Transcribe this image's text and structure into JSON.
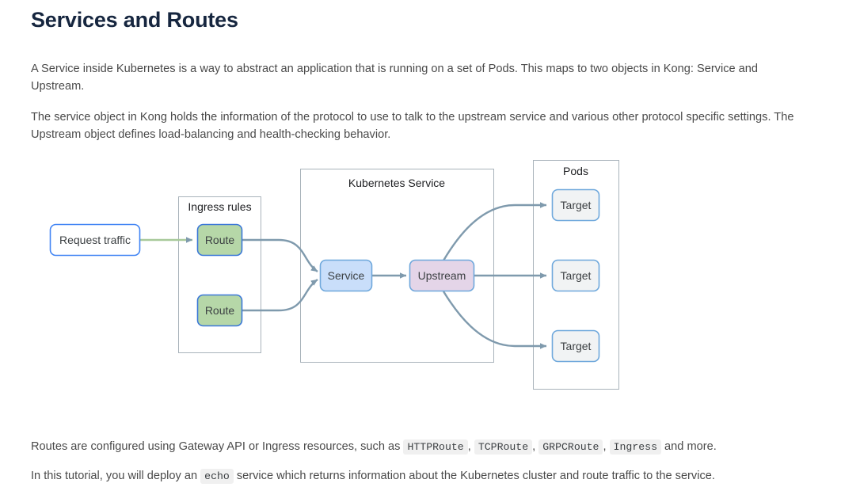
{
  "page": {
    "title": "Services and Routes",
    "paragraphs": {
      "p1": "A Service inside Kubernetes is a way to abstract an application that is running on a set of Pods. This maps to two objects in Kong: Service and Upstream.",
      "p2": "The service object in Kong holds the information of the protocol to use to talk to the upstream service and various other protocol specific settings. The Upstream object defines load-balancing and health-checking behavior.",
      "p3_before": "Routes are configured using Gateway API or Ingress resources, such as ",
      "p3_code_1": "HTTPRoute",
      "p3_sep_1": ", ",
      "p3_code_2": "TCPRoute",
      "p3_sep_2": ", ",
      "p3_code_3": "GRPCRoute",
      "p3_sep_3": ", ",
      "p3_code_4": "Ingress",
      "p3_after": " and more.",
      "p4_before": "In this tutorial, you will deploy an ",
      "p4_code_1": "echo",
      "p4_after": " service which returns information about the Kubernetes cluster and route traffic to the service."
    }
  },
  "diagram": {
    "groups": {
      "ingress_rules": "Ingress rules",
      "kubernetes_service": "Kubernetes Service",
      "pods": "Pods"
    },
    "nodes": {
      "request_traffic": "Request traffic",
      "route_1": "Route",
      "route_2": "Route",
      "service": "Service",
      "upstream": "Upstream",
      "target_1": "Target",
      "target_2": "Target",
      "target_3": "Target"
    },
    "colors": {
      "request_fill": "#ffffff",
      "request_stroke": "#4285f4",
      "route_fill": "#b6d7a8",
      "route_stroke": "#3c78d8",
      "service_fill": "#c9defa",
      "service_stroke": "#6fa8dc",
      "upstream_fill": "#e4d5e8",
      "upstream_stroke": "#6fa8dc",
      "target_fill": "#f1f3f4",
      "target_stroke": "#6fa8dc",
      "group_stroke": "#a9b3bb",
      "edge_stroke": "#7f9aad",
      "green_edge": "#a8c99a"
    }
  }
}
